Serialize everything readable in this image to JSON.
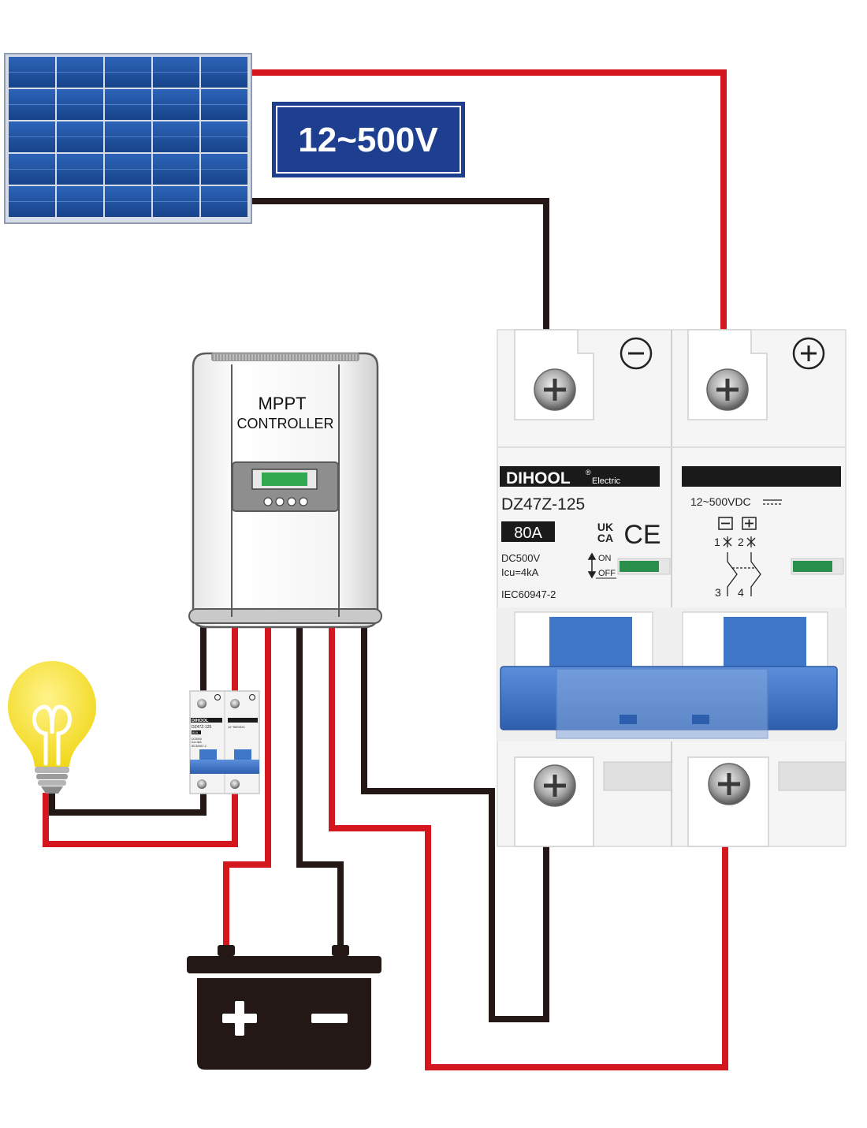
{
  "voltage_badge": "12~500V",
  "controller": {
    "title_line1": "MPPT",
    "title_line2": "CONTROLLER"
  },
  "breaker": {
    "brand": "DIHOOL",
    "brand_reg": "®",
    "brand_sub": "Electric",
    "model": "DZ47Z-125",
    "rating": "80A",
    "mark_ukca_top": "UK",
    "mark_ukca_bottom": "CA",
    "mark_ce": "CE",
    "dc_rating": "DC500V",
    "icu": "Icu=4kA",
    "on_label": "ON",
    "off_label": "OFF",
    "standard": "IEC60947-2",
    "voltage_range": "12~500VDC",
    "terminal_1": "1",
    "terminal_2": "2",
    "terminal_3": "3",
    "terminal_4": "4"
  },
  "mini_breaker": {
    "brand": "DIHOOL",
    "model": "DZ47Z-125",
    "rating": "80A",
    "voltage_range": "12~500VDC",
    "dc_rating": "DC500V",
    "icu": "Icu=4kA",
    "standard": "IEC60947-2"
  },
  "colors": {
    "wire_positive": "#d4171e",
    "wire_negative": "#231815",
    "solar_cell": "#1c4f9c",
    "badge_blue": "#1e3f8f",
    "breaker_handle": "#3f76c8",
    "bulb_yellow": "#f5e53a",
    "lcd_green": "#2fa84f"
  }
}
